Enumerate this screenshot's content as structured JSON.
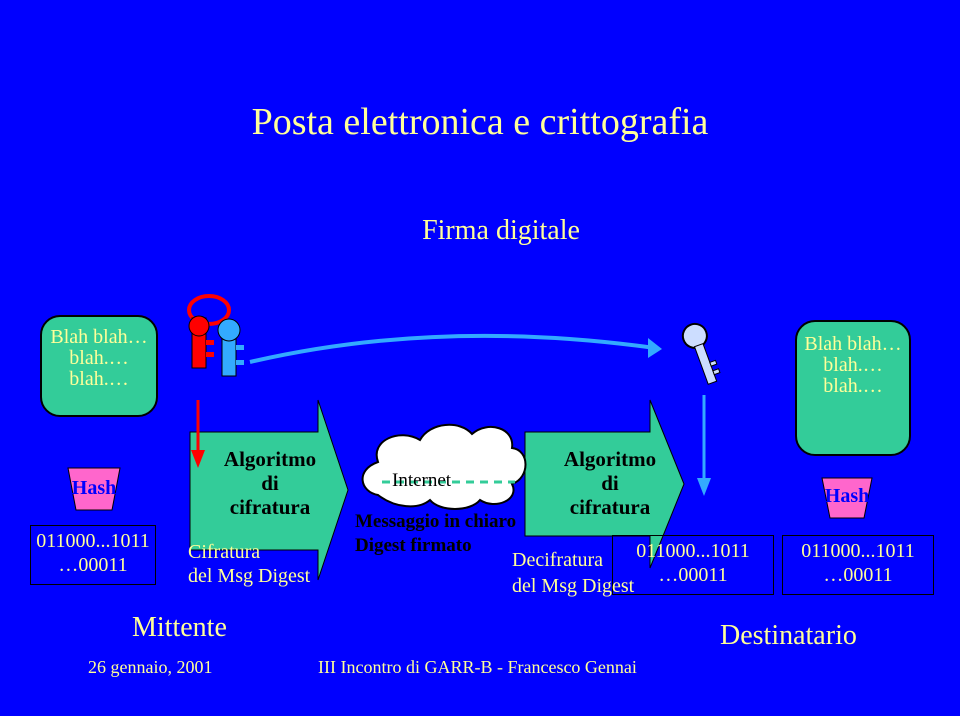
{
  "title": "Posta elettronica e crittografia",
  "subtitle": "Firma digitale",
  "sender_doc": {
    "lines": [
      "Blah blah…",
      "blah.…",
      "blah.…"
    ]
  },
  "receiver_doc": {
    "lines": [
      "Blah blah…",
      "blah.…",
      "blah.…"
    ]
  },
  "hash_left": "Hash",
  "hash_right": "Hash",
  "digest_left": [
    "011000...1011",
    "…00011"
  ],
  "digest_right": [
    "011000...1011",
    "…00011"
  ],
  "digest_middle": [
    "011000...1011",
    "…00011"
  ],
  "algo_left": [
    "Algoritmo",
    "di",
    "cifratura"
  ],
  "algo_right": [
    "Algoritmo",
    "di",
    "cifratura"
  ],
  "cifratura_label": [
    "Cifratura",
    "del Msg Digest"
  ],
  "decifratura_label": [
    "Decifratura",
    "del Msg Digest"
  ],
  "cloud": {
    "internet": "Internet",
    "line1": "Messaggio in chiaro",
    "line2": "Digest firmato"
  },
  "mittente": "Mittente",
  "destinatario": "Destinatario",
  "footer_date": "26 gennaio, 2001",
  "footer_event": "III Incontro di GARR-B - Francesco Gennai",
  "colors": {
    "background": "#0000ff",
    "text": "#ffff99",
    "doc_fill": "#33cc99",
    "hash_fill": "#ff66cc",
    "arrow_fill": "#33cc99",
    "red_key": "#ff0000",
    "blue_key": "#33aaff"
  },
  "icons": [
    "red-key-icon",
    "blue-key-icon",
    "key-icon",
    "cloud-icon",
    "arrow-icon"
  ]
}
